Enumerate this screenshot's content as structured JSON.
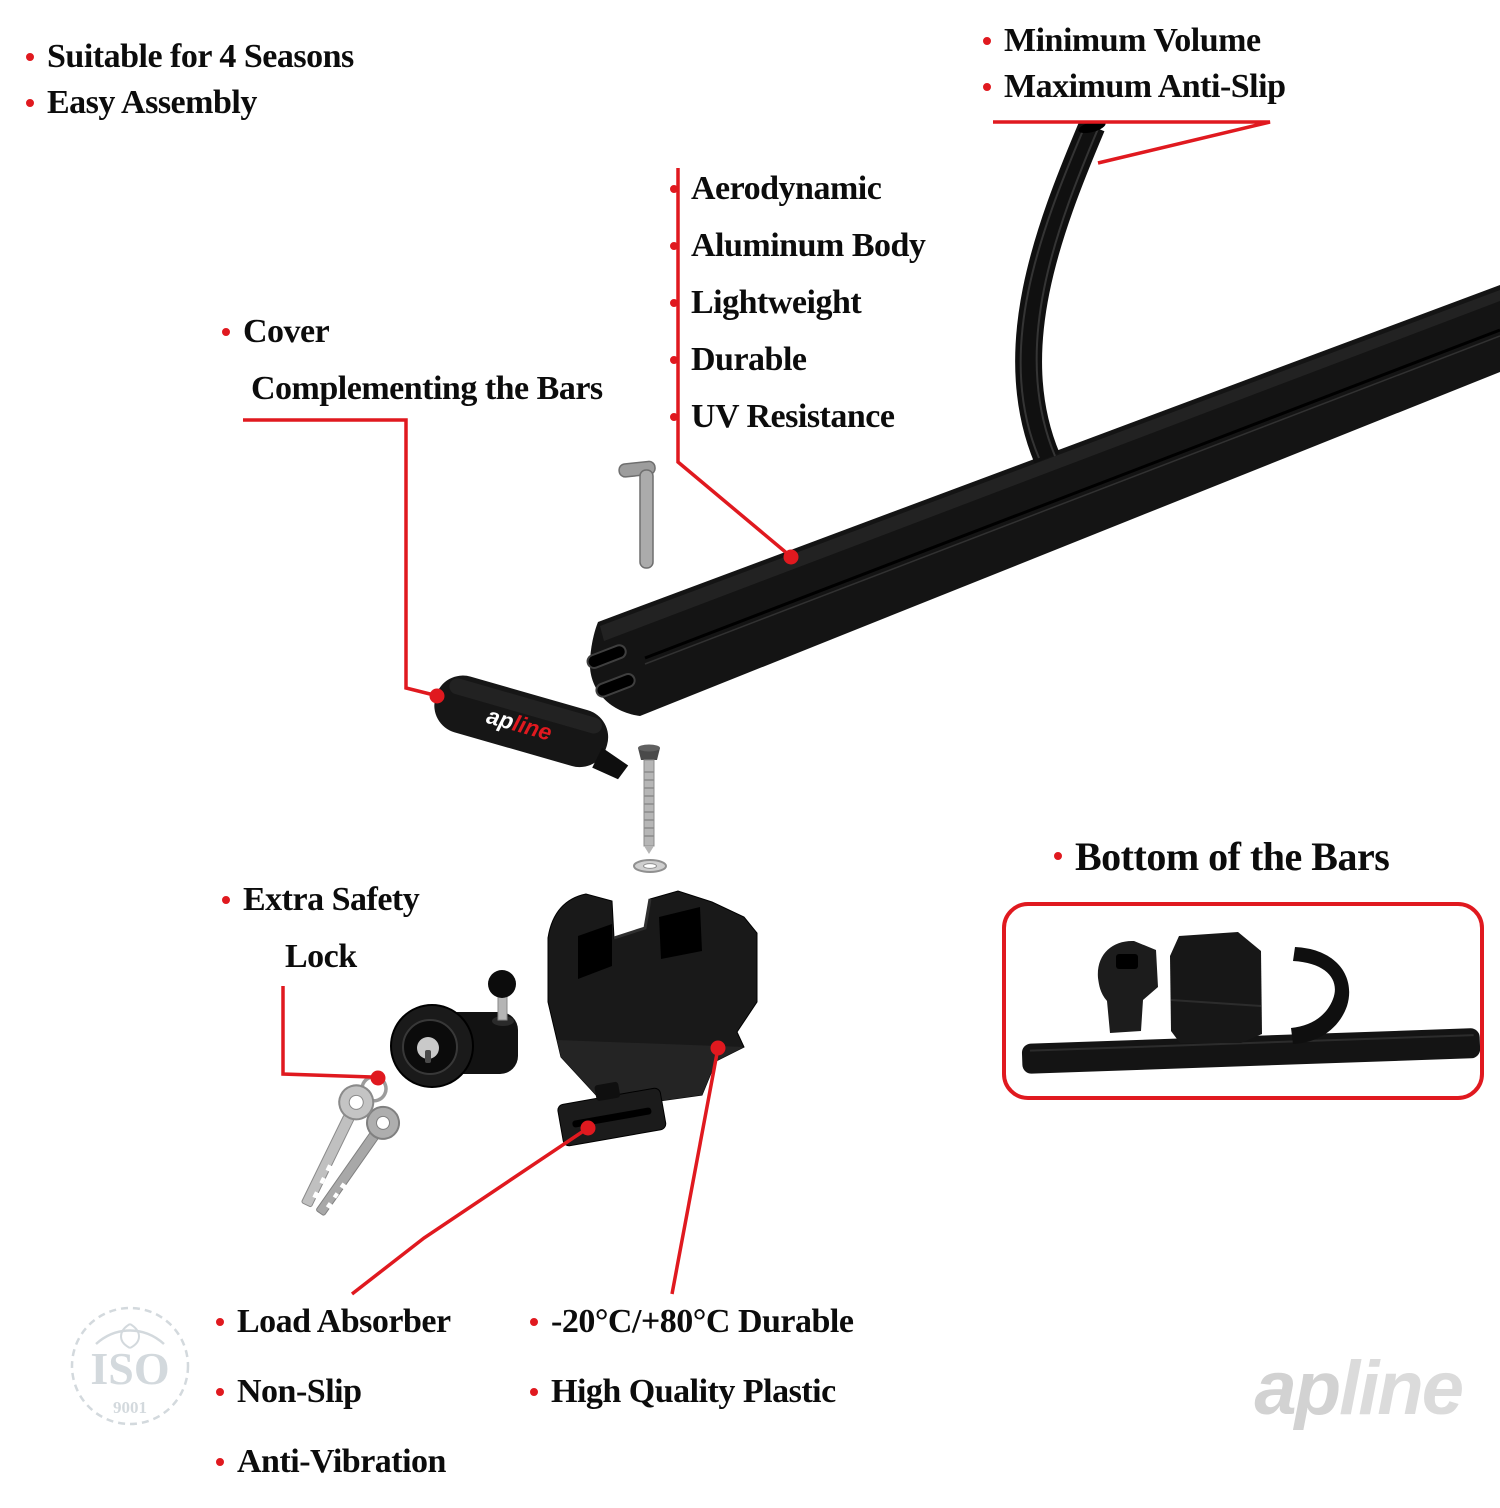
{
  "colors": {
    "accent": "#e0191f",
    "product_black": "#141414",
    "watermark_gray": "#d2d2d2"
  },
  "notes": {
    "top_left": {
      "items": [
        {
          "label": "Suitable for 4 Seasons"
        },
        {
          "label": "Easy Assembly"
        }
      ]
    },
    "top_right": {
      "items": [
        {
          "label": "Minimum Volume"
        },
        {
          "label": "Maximum Anti-Slip"
        }
      ]
    },
    "cover": {
      "line1": "Cover",
      "line2": "Complementing the Bars"
    },
    "bar_features": {
      "items": [
        {
          "label": "Aerodynamic"
        },
        {
          "label": "Aluminum Body"
        },
        {
          "label": "Lightweight"
        },
        {
          "label": "Durable"
        },
        {
          "label": "UV Resistance"
        }
      ]
    },
    "bottom_of_bars": {
      "label": "Bottom of the Bars"
    },
    "safety_lock": {
      "line1": "Extra Safety",
      "line2": "Lock"
    },
    "bottom_left": {
      "items": [
        {
          "label": "Load Absorber"
        },
        {
          "label": "Non-Slip"
        },
        {
          "label": "Anti-Vibration"
        }
      ]
    },
    "bottom_center": {
      "items": [
        {
          "label": "-20°C/+80°C Durable"
        },
        {
          "label": "High Quality Plastic"
        }
      ]
    }
  },
  "brand": {
    "prefix": "ap",
    "suffix": "line"
  },
  "iso_badge": {
    "title": "ISO",
    "number": "9001"
  },
  "icons": {
    "bullet": "open-circle-ring",
    "connector_dot": "filled-circle"
  }
}
